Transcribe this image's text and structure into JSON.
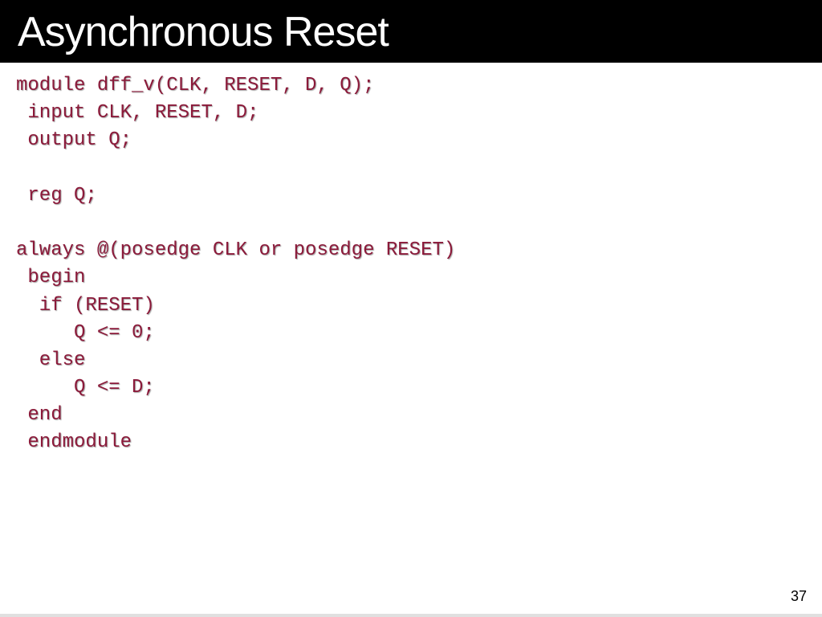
{
  "slide": {
    "title": "Asynchronous Reset",
    "page_number": "37"
  },
  "code_lines": [
    "module dff_v(CLK, RESET, D, Q);",
    " input CLK, RESET, D;",
    " output Q;",
    "",
    " reg Q;",
    "",
    "always @(posedge CLK or posedge RESET)",
    " begin",
    "  if (RESET)",
    "     Q <= 0;",
    "  else",
    "     Q <= D;",
    " end",
    " endmodule"
  ],
  "colors": {
    "title_bar": "#000000",
    "title_text": "#ffffff",
    "code_text": "#8b1a3a",
    "background": "#ffffff"
  }
}
